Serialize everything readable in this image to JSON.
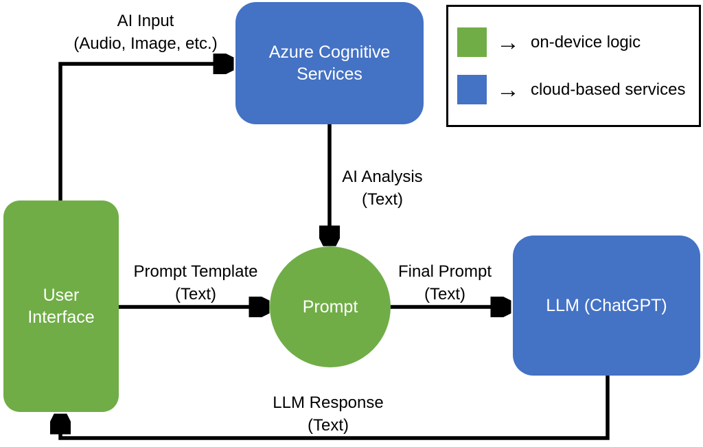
{
  "diagram": {
    "nodes": {
      "user_interface": {
        "label": "User Interface",
        "type": "on-device",
        "color": "#70AD47"
      },
      "azure_cognitive_services": {
        "label": "Azure Cognitive Services",
        "type": "cloud",
        "color": "#4472C4"
      },
      "prompt": {
        "label": "Prompt",
        "type": "on-device",
        "color": "#70AD47"
      },
      "llm": {
        "label": "LLM (ChatGPT)",
        "type": "cloud",
        "color": "#4472C4"
      }
    },
    "edges": {
      "ai_input": {
        "line1": "AI Input",
        "line2": "(Audio, Image, etc.)",
        "from": "user_interface",
        "to": "azure_cognitive_services"
      },
      "ai_analysis": {
        "line1": "AI Analysis",
        "line2": "(Text)",
        "from": "azure_cognitive_services",
        "to": "prompt"
      },
      "prompt_template": {
        "line1": "Prompt Template",
        "line2": "(Text)",
        "from": "user_interface",
        "to": "prompt"
      },
      "final_prompt": {
        "line1": "Final Prompt",
        "line2": "(Text)",
        "from": "prompt",
        "to": "llm"
      },
      "llm_response": {
        "line1": "LLM Response",
        "line2": "(Text)",
        "from": "llm",
        "to": "user_interface"
      }
    },
    "legend": {
      "items": [
        {
          "swatch_color": "#70AD47",
          "arrow": "→",
          "label": "on-device logic"
        },
        {
          "swatch_color": "#4472C4",
          "arrow": "→",
          "label": "cloud-based services"
        }
      ]
    },
    "colors": {
      "on_device_green": "#70AD47",
      "cloud_blue": "#4472C4",
      "connector_black": "#000000",
      "background": "#ffffff"
    }
  }
}
